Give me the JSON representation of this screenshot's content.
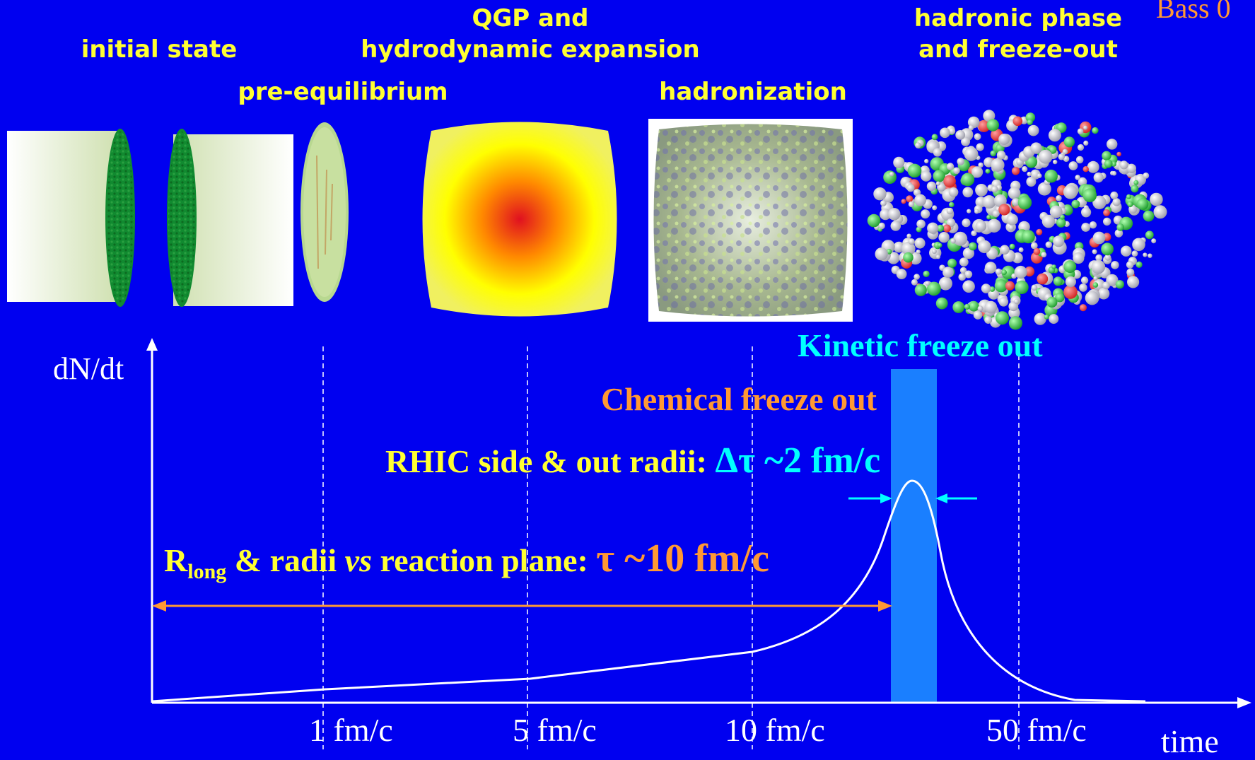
{
  "colors": {
    "background": "#0000f0",
    "stage_label": "#ffff33",
    "kinetic": "#00ffff",
    "chemical": "#ff9933",
    "curve": "#ffffff",
    "band": "#1a7fff"
  },
  "stages": {
    "initial_state": "initial state",
    "pre_equilibrium": "pre-equilibrium",
    "qgp_line1": "QGP and",
    "qgp_line2": "hydrodynamic expansion",
    "hadronization": "hadronization",
    "hadronic_line1": "hadronic phase",
    "hadronic_line2": "and freeze-out"
  },
  "credit": "Bass 0",
  "axes": {
    "ylabel": "dN/dt",
    "xlabel": "time",
    "ticks": [
      "1 fm/c",
      "5 fm/c",
      "10 fm/c",
      "50 fm/c"
    ]
  },
  "annotations": {
    "kinetic": "Kinetic freeze out",
    "chemical": "Chemical freeze out",
    "rhic_label": "RHIC side & out radii:",
    "rhic_value": "Δτ ~2 fm/c",
    "rlong_R": "R",
    "rlong_sub": "long",
    "rlong_rest1": " & radii ",
    "rlong_vs": "vs",
    "rlong_rest2": " reaction plane:",
    "rlong_value": "τ ~10 fm/c"
  },
  "icons": [
    "colliding-nuclei-icon",
    "pre-equilibrium-blob-icon",
    "qgp-fireball-icon",
    "hadronization-texture-icon",
    "hadron-gas-icon"
  ]
}
